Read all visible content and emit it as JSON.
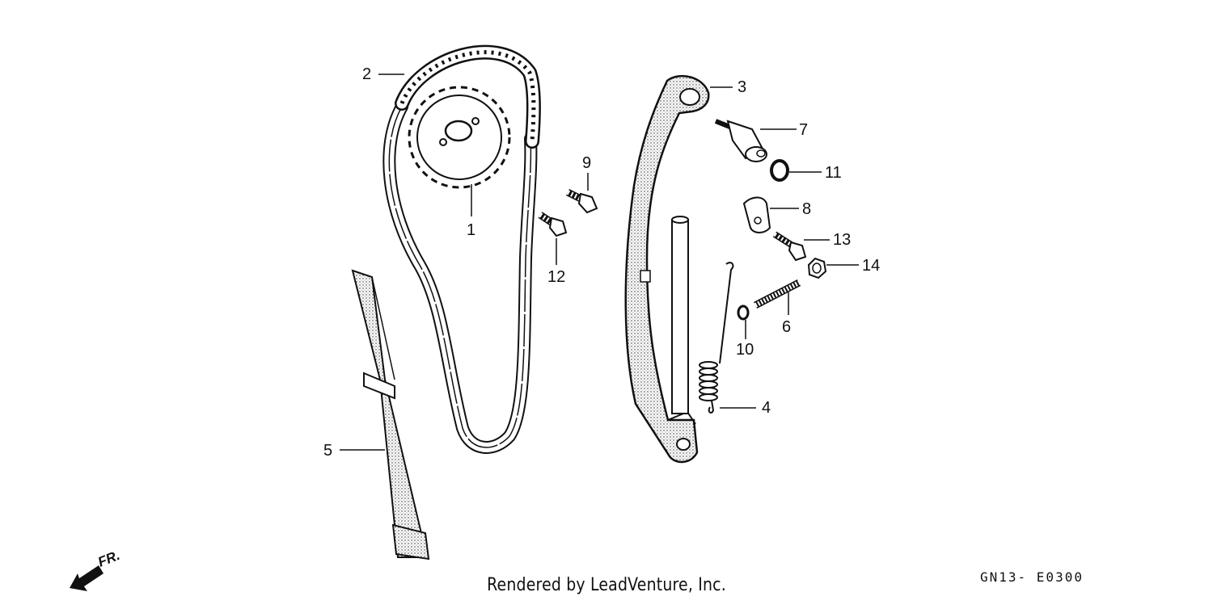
{
  "diagram": {
    "callouts": [
      {
        "id": "1",
        "label": "1"
      },
      {
        "id": "2",
        "label": "2"
      },
      {
        "id": "3",
        "label": "3"
      },
      {
        "id": "4",
        "label": "4"
      },
      {
        "id": "5",
        "label": "5"
      },
      {
        "id": "6",
        "label": "6"
      },
      {
        "id": "7",
        "label": "7"
      },
      {
        "id": "8",
        "label": "8"
      },
      {
        "id": "9",
        "label": "9"
      },
      {
        "id": "10",
        "label": "10"
      },
      {
        "id": "11",
        "label": "11"
      },
      {
        "id": "12",
        "label": "12"
      },
      {
        "id": "13",
        "label": "13"
      },
      {
        "id": "14",
        "label": "14"
      }
    ],
    "direction_label": "FR.",
    "figure_code": "GN13- E0300",
    "credit": "Rendered by LeadVenture, Inc."
  }
}
